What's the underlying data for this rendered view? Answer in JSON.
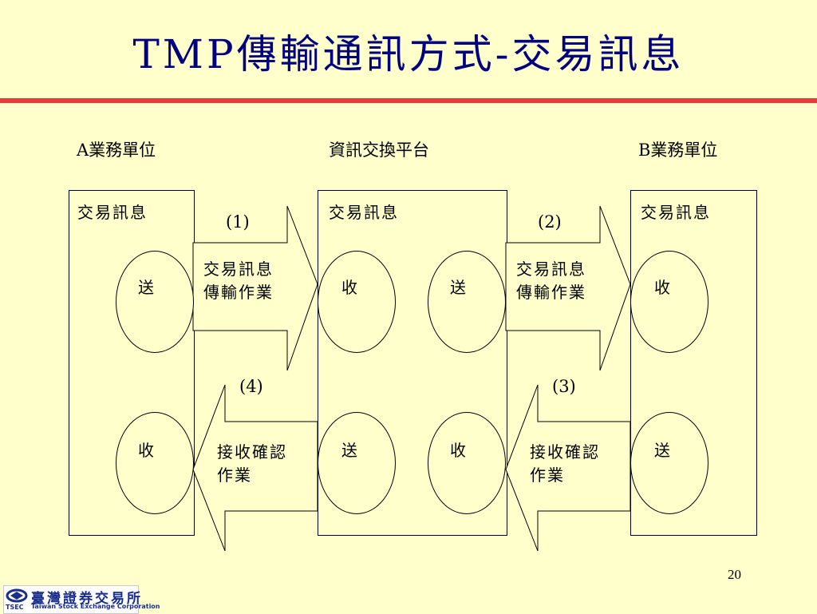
{
  "title": "TMP傳輸通訊方式-交易訊息",
  "columns": {
    "a": {
      "label": "A業務單位",
      "box_label": "交易訊息",
      "top_ellipse": "送",
      "bottom_ellipse": "收"
    },
    "middle": {
      "label": "資訊交換平台",
      "box_label": "交易訊息",
      "top_left_ellipse": "收",
      "top_right_ellipse": "送",
      "bottom_left_ellipse": "送",
      "bottom_right_ellipse": "收"
    },
    "b": {
      "label": "B業務單位",
      "box_label": "交易訊息",
      "top_ellipse": "收",
      "bottom_ellipse": "送"
    }
  },
  "arrows": {
    "step1": {
      "number": "(1)",
      "line1": "交易訊息",
      "line2": "傳輸作業"
    },
    "step2": {
      "number": "(2)",
      "line1": "交易訊息",
      "line2": "傳輸作業"
    },
    "step3": {
      "number": "(3)",
      "line1": "接收確認",
      "line2": "作業"
    },
    "step4": {
      "number": "(4)",
      "line1": "接收確認",
      "line2": "作業"
    }
  },
  "page_number": "20",
  "logo": {
    "chinese": "臺灣證券交易所",
    "english": "Taiwan Stock Exchange Corporation",
    "abbr": "TSEC"
  },
  "colors": {
    "background": "#FFFFCC",
    "title": "#000080",
    "rule": "#E83A3A",
    "logo_blue": "#1A2E8C"
  }
}
